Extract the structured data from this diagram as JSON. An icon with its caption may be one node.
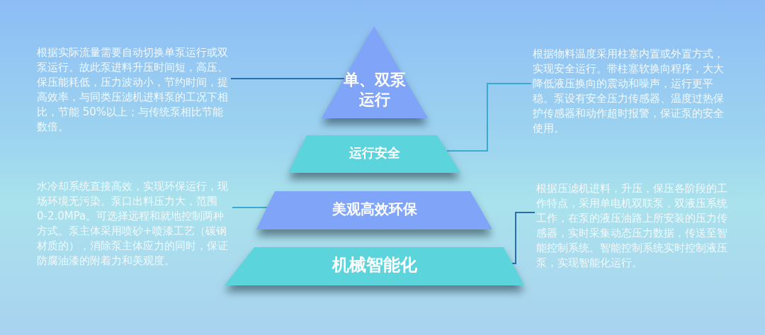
{
  "diagram": {
    "nodes": [
      {
        "text": [
          "单、双泵运行"
        ]
      },
      {
        "text": [
          "运行安全"
        ]
      },
      {
        "text": [
          "美观高效环保"
        ]
      },
      {
        "text": [
          "机械智能化"
        ]
      },
      {
        "text": [
          "根据实际流量需要自动切换单泵运行或双泵运行。故此泵进料升压时间短，高压、保压能耗低，压力波动小，节约时间，提高效率，与同类压滤机进料泵的工况下相比，节能 50%以上；与传统泵相比节能数倍。"
        ]
      },
      {
        "text": [
          "根据物料温度采用柱塞内置或外置方式，实现安全运行。带柱塞软换向程序，大大降低液压换向的震动和噪声，运行更平稳。泵设有安全压力传感器、温度过热保护传感器和动作超时报警，保证泵的安全使用。"
        ]
      },
      {
        "text": [
          "水冷却系统直接高效，实现环保运行，现场环境无污染。泵口出料压力大，范围 0-2.0MPa。可选择远程和就地控制两种方式。泵主体采用喷砂+喷漆工艺（碳钢材质的），消除泵主体应力的同时，保证防腐油漆的附着力和美观度。"
        ]
      },
      {
        "text": [
          "根据压滤机进料，升压，保压各阶段的工作特点，采用单电机双联泵，双液压系统工作，在泵的液压油路上所安装的压力传感器，实时采集动态压力数据，传送至智能控制系统。智能控制系统实时控制液压泵，实现智能化运行。"
        ]
      }
    ],
    "edges": [
      {
        "from": 4,
        "to": 0,
        "arrow": "none"
      },
      {
        "from": 5,
        "to": 1,
        "arrow": "none",
        "color": "#3aaad0"
      },
      {
        "from": 6,
        "to": 2,
        "arrow": "none",
        "color": "#3aaad0"
      },
      {
        "from": 7,
        "to": 3,
        "arrow": "none"
      }
    ]
  }
}
